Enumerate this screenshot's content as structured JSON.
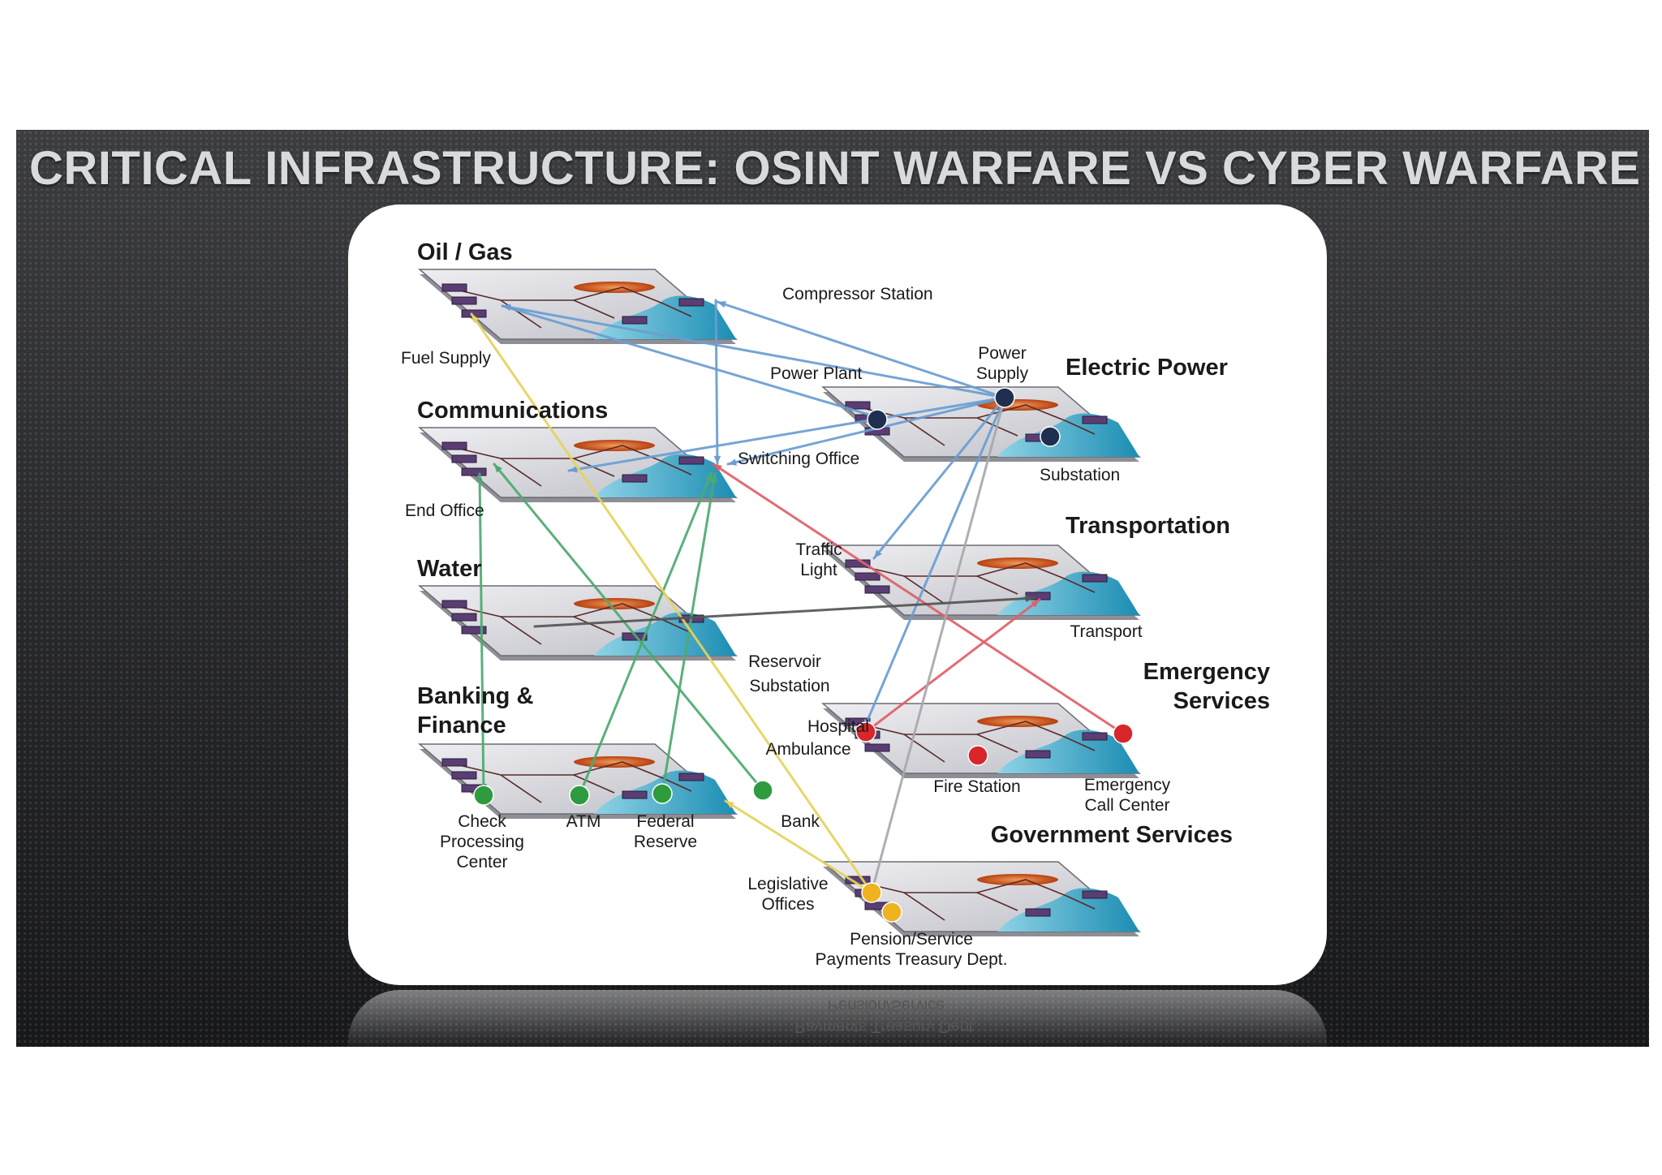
{
  "slide": {
    "title": "CRITICAL INFRASTRUCTURE: OSINT WARFARE VS CYBER WARFARE"
  },
  "diagram": {
    "layers": {
      "oil_gas": "Oil / Gas",
      "communications": "Communications",
      "water": "Water",
      "banking": [
        "Banking &",
        "Finance"
      ],
      "electric_power": "Electric Power",
      "transportation": "Transportation",
      "emergency": [
        "Emergency",
        "Services"
      ],
      "government": "Government Services"
    },
    "labels": {
      "compressor_station": "Compressor Station",
      "fuel_supply": "Fuel Supply",
      "power_plant": "Power Plant",
      "power_supply": [
        "Power",
        "Supply"
      ],
      "switching_office": "Switching Office",
      "end_office": "End Office",
      "substation": "Substation",
      "traffic_light": [
        "Traffic",
        "Light"
      ],
      "transport": "Transport",
      "reservoir": "Reservoir",
      "water_substation": "Substation",
      "hospital": "Hospital",
      "ambulance": "Ambulance",
      "fire_station": "Fire Station",
      "emergency_call_center": [
        "Emergency",
        "Call Center"
      ],
      "check_processing": [
        "Check",
        "Processing",
        "Center"
      ],
      "atm": "ATM",
      "federal_reserve": [
        "Federal",
        "Reserve"
      ],
      "bank": "Bank",
      "legislative_offices": [
        "Legislative",
        "Offices"
      ],
      "pension": [
        "Pension/Service",
        "Payments Treasury Dept."
      ]
    },
    "colors": {
      "electric_node": "#1f2f4f",
      "banking_node": "#2e9c3e",
      "emergency_node": "#d8262b",
      "government_node": "#efb321",
      "link_blue": "#6a9ed2",
      "link_green": "#4daa6f",
      "link_yellow": "#e6d35b",
      "link_red": "#e06068",
      "link_gray": "#a8a8ae",
      "water_fill": "#2f9ec0",
      "plate_fill": "#d9d9df",
      "building_fill": "#5a3d73",
      "tank_fill": "#d2581f"
    },
    "icons": [
      "power-plant-icon",
      "tank-icon",
      "water-icon",
      "node-icon"
    ]
  }
}
